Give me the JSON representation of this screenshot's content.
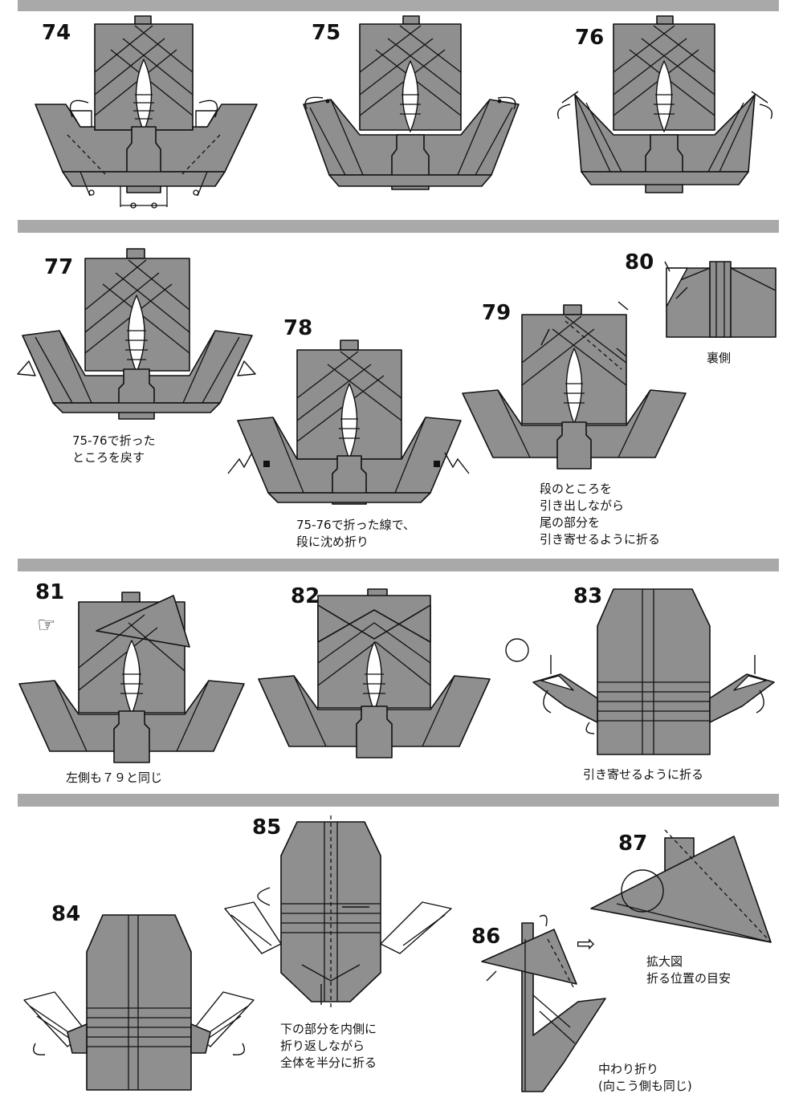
{
  "steps": [
    {
      "number": "74"
    },
    {
      "number": "75"
    },
    {
      "number": "76"
    },
    {
      "number": "77",
      "caption": [
        "75-76で折った",
        "ところを戻す"
      ]
    },
    {
      "number": "78",
      "caption": [
        "75-76で折った線で、",
        "段に沈め折り"
      ]
    },
    {
      "number": "79",
      "caption": [
        "段のところを",
        "引き出しながら",
        "尾の部分を",
        "引き寄せるように折る"
      ]
    },
    {
      "number": "80",
      "caption": [
        "裏側"
      ]
    },
    {
      "number": "81",
      "caption": [
        "左側も７９と同じ"
      ]
    },
    {
      "number": "82"
    },
    {
      "number": "83",
      "caption": [
        "引き寄せるように折る"
      ]
    },
    {
      "number": "84"
    },
    {
      "number": "85",
      "caption": [
        "下の部分を内側に",
        "折り返しながら",
        "全体を半分に折る"
      ]
    },
    {
      "number": "86",
      "caption": [
        "中わり折り",
        "(向こう側も同じ)"
      ]
    },
    {
      "number": "87",
      "caption": [
        "拡大図",
        "折る位置の目安"
      ]
    }
  ],
  "colors": {
    "paper": "#8f8f8f",
    "separator": "#a9a9a9",
    "ink": "#111111"
  }
}
